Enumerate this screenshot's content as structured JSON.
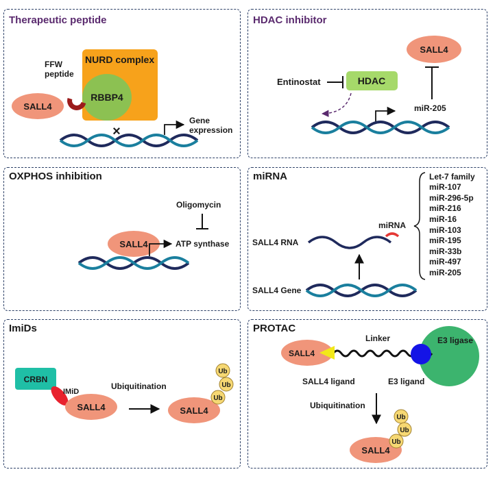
{
  "panels": {
    "therapeutic_peptide": {
      "title": "Therapeutic peptide",
      "complex": "NURD complex",
      "protein": "RBBP4",
      "peptide": "FFW\npeptide",
      "target": "SALL4",
      "gene_expression": "Gene\nexpression",
      "block_mark": "×"
    },
    "hdac_inhibitor": {
      "title": "HDAC inhibitor",
      "drug": "Entinostat",
      "enzyme": "HDAC",
      "mirna": "miR-205",
      "target": "SALL4"
    },
    "oxphos": {
      "title": "OXPHOS inhibition",
      "drug": "Oligomycin",
      "target": "SALL4",
      "enzyme": "ATP synthase"
    },
    "mirna": {
      "title": "miRNA",
      "rna_label": "SALL4 RNA",
      "gene_label": "SALL4 Gene",
      "mirna_label": "miRNA",
      "mirna_list": [
        "Let-7 family",
        "miR-107",
        "miR-296-5p",
        "miR-216",
        "miR-16",
        "miR-103",
        "miR-195",
        "miR-33b",
        "miR-497",
        "miR-205"
      ]
    },
    "imids": {
      "title": "ImiDs",
      "cereblon": "CRBN",
      "drug": "IMiD",
      "process": "Ubiquitination",
      "target": "SALL4",
      "ub": [
        "Ub",
        "Ub",
        "Ub"
      ]
    },
    "protac": {
      "title": "PROTAC",
      "target": "SALL4",
      "linker": "Linker",
      "e3": "E3 ligase",
      "target_ligand": "SALL4 ligand",
      "e3_ligand": "E3 ligand",
      "process": "Ubiquitination",
      "ub": [
        "Ub",
        "Ub",
        "Ub"
      ]
    }
  },
  "colors": {
    "panel_border": "#2b3f66",
    "sall4": "#f0957a",
    "nurd": "#f7a21b",
    "rbbp4": "#8cc152",
    "hdac": "#a6d96a",
    "crbn": "#1fbfa6",
    "imid": "#e8222e",
    "e3_ligase": "#3cb46e",
    "e3_ligand": "#1414e6",
    "ligand": "#f2e818",
    "ub": "#f6d873",
    "peptide": "#9b1b1b",
    "mirna_arc": "#e53935",
    "dna_strand_dark": "#1f2a5c",
    "dna_strand_light": "#1a7f9e"
  }
}
